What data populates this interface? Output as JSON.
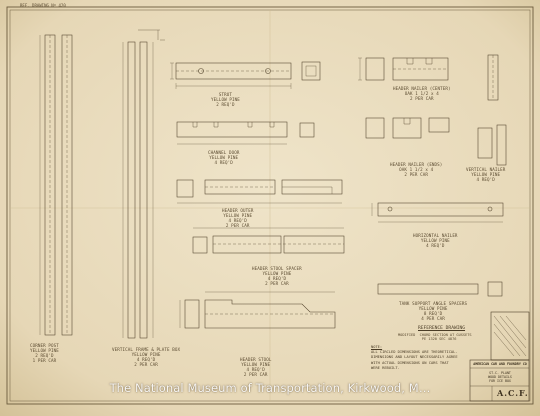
{
  "document": {
    "corner_note": "REF. DRAWING Nº 420",
    "watermark": "The National Museum of Transportation, Kirkwood, M…",
    "reference_heading": "REFERENCE DRAWING",
    "reference_sub": "MODIFIED  CHORD SECTION AT GUSSETS\n           PE 1320 SEC 4876",
    "notes_label": "NOTE:",
    "notes_text": "ALL CIRCLED DIMENSIONS ARE THEORETICAL.\nDIMENSIONS AND LAYOUT NECESSARILY AGREE\nWITH ACTUAL DIMENSIONS ON CARS THAT\nWERE REBUILT.",
    "title_block": {
      "company": "AMERICAN CAR AND FOUNDRY CO",
      "lines": "ST.C. PLANT\nWOOD DETAILS\nFOR ICE BOX",
      "mark": "A.C.F."
    },
    "parts": [
      {
        "label": "CORNER POST\nYELLOW PINE\n2 REQ'D\n1 PER CAR",
        "name": "part-label-corner-post"
      },
      {
        "label": "VERTICAL FRAME & PLATE BOX\nYELLOW PINE\n4 REQ'D\n2 PER CAR",
        "name": "part-label-vertical-frame"
      },
      {
        "label": "STRUT\nYELLOW PINE\n2 REQ'D",
        "name": "part-label-strut"
      },
      {
        "label": "CHANNEL DOOR\nYELLOW PINE\n4 REQ'D",
        "name": "part-label-channel-door"
      },
      {
        "label": "HEADER OUTER\nYELLOW PINE\n4 REQ'D\n2 PER CAR",
        "name": "part-label-header-outer"
      },
      {
        "label": "HEADER STOOL SPACER\nYELLOW PINE\n4 REQ'D\n2 PER CAR",
        "name": "part-label-header-stool-spacer"
      },
      {
        "label": "HEADER STOOL\nYELLOW PINE\n4 REQ'D\n2 PER CAR",
        "name": "part-label-header-stool"
      },
      {
        "label": "HEADER NAILER (CENTER)\nOAK 1 1/2 x 4\n2 PER CAR",
        "name": "part-label-header-nailer-center"
      },
      {
        "label": "HEADER NAILER (ENDS)\nOAK 1 1/2 x 4\n2 PER CAR",
        "name": "part-label-header-nailer-ends"
      },
      {
        "label": "VERTICAL NAILER\nYELLOW PINE\n4 REQ'D",
        "name": "part-label-vertical-nailer"
      },
      {
        "label": "HORIZONTAL NAILER\nYELLOW PINE\n4 REQ'D",
        "name": "part-label-horizontal-nailer"
      },
      {
        "label": "TANK SUPPORT ANGLE SPACERS\nYELLOW PINE\n8 REQ'D\n4 PER CAR",
        "name": "part-label-tank-support-spacers"
      }
    ]
  }
}
